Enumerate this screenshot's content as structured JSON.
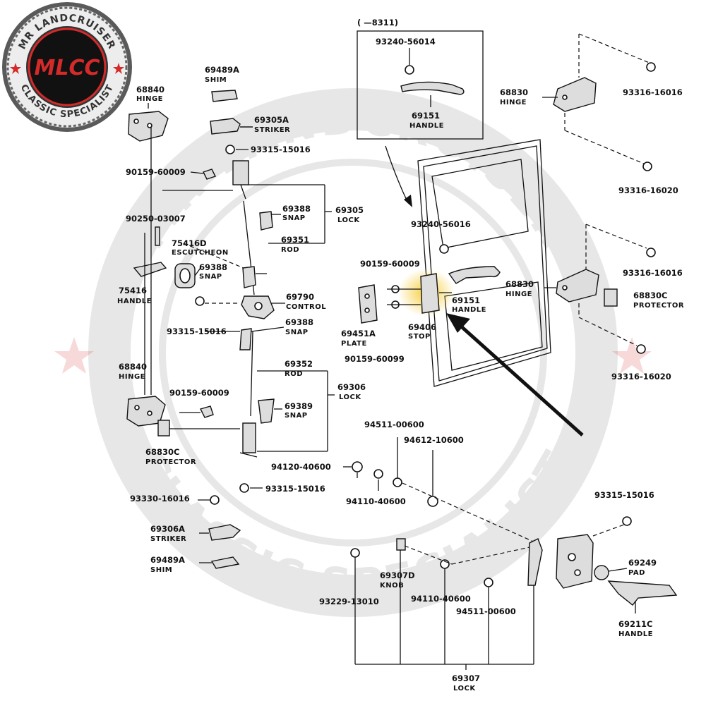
{
  "colors": {
    "accent": "#d42a2a",
    "ink": "#111111",
    "badge_ring": "#555555",
    "highlight": "#f5c518"
  },
  "logo": {
    "ring_top": "MR LANDCRUISER",
    "ring_bottom": "CLASSIC SPECIALIST",
    "mark": "MLCC"
  },
  "watermark": {
    "top": "MR LANDCRUISER",
    "bottom": "CLASSIC SPECIALIST"
  },
  "inset": {
    "label": "( —8311)",
    "bolt": "93240-56014",
    "handle_pn": "69151",
    "handle_nm": "HANDLE"
  },
  "labels": {
    "shim_a_pn": "69489A",
    "shim_a_nm": "SHIM",
    "hinge_ul_pn": "68840",
    "hinge_ul_nm": "HINGE",
    "striker_a_pn": "69305A",
    "striker_a_nm": "STRIKER",
    "screw_93315_top": "93315-15016",
    "bolt_90159_a": "90159-60009",
    "pin_90250": "90250-03007",
    "snap_69388_a_pn": "69388",
    "snap_69388_a_nm": "SNAP",
    "lock_69305_pn": "69305",
    "lock_69305_nm": "LOCK",
    "rod_69351_pn": "69351",
    "rod_69351_nm": "ROD",
    "esc_75416d_pn": "75416D",
    "esc_75416d_nm": "ESCUTCHEON",
    "snap_69388_b_pn": "69388",
    "snap_69388_b_nm": "SNAP",
    "handle_75416_pn": "75416",
    "handle_75416_nm": "HANDLE",
    "control_69790_pn": "69790",
    "control_69790_nm": "CONTROL",
    "snap_69388_c_pn": "69388",
    "snap_69388_c_nm": "SNAP",
    "screw_93315_mid": "93315-15016",
    "hinge_ll_pn": "68840",
    "hinge_ll_nm": "HINGE",
    "rod_69352_pn": "69352",
    "rod_69352_nm": "ROD",
    "lock_69306_pn": "69306",
    "lock_69306_nm": "LOCK",
    "bolt_90159_b": "90159-60009",
    "snap_69389_pn": "69389",
    "snap_69389_nm": "SNAP",
    "prot_ll_pn": "68830C",
    "prot_ll_nm": "PROTECTOR",
    "screw_93315_low": "93315-15016",
    "screw_93330": "93330-16016",
    "striker_b_pn": "69306A",
    "striker_b_nm": "STRIKER",
    "shim_b_pn": "69489A",
    "shim_b_nm": "SHIM",
    "bolt_93240_door": "93240-56016",
    "bolt_90159_c": "90159-60009",
    "plate_pn": "69451A",
    "plate_nm": "PLATE",
    "stop_pn": "69406",
    "stop_nm": "STOP",
    "handle_69151_pn": "69151",
    "handle_69151_nm": "HANDLE",
    "bolt_90159_d": "90159-60099",
    "hinge_ur_pn": "68830",
    "hinge_ur_nm": "HINGE",
    "screw_93316_a": "93316-16016",
    "screw_93316_b": "93316-16020",
    "hinge_mr_pn": "68830",
    "hinge_mr_nm": "HINGE",
    "screw_93316_c": "93316-16016",
    "prot_r_pn": "68830C",
    "prot_r_nm": "PROTECTOR",
    "screw_93316_d": "93316-16020",
    "washer_94511_a": "94511-00600",
    "washer_94612": "94612-10600",
    "nut_94120": "94120-40600",
    "nut_94110_a": "94110-40600",
    "screw_93315_br": "93315-15016",
    "pad_pn": "69249",
    "pad_nm": "PAD",
    "knob_pn": "69307D",
    "knob_nm": "KNOB",
    "screw_93229": "93229-13010",
    "nut_94110_b": "94110-40600",
    "washer_94511_b": "94511-00600",
    "handle_69211c_pn": "69211C",
    "handle_69211c_nm": "HANDLE",
    "lock_69307_pn": "69307",
    "lock_69307_nm": "LOCK"
  }
}
